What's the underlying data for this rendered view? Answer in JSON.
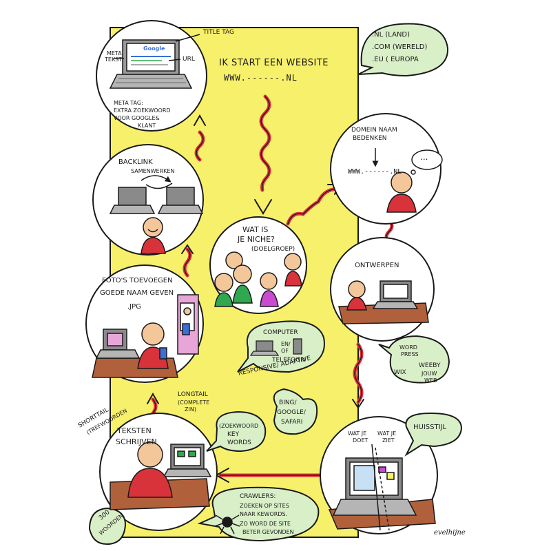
{
  "colors": {
    "background_panel": "#f7f06a",
    "bubble_fill": "#ffffff",
    "speech_fill": "#d9efc8",
    "arrow_red": "#e0303c",
    "ink": "#1a1a1a",
    "skin": "#f4c79a",
    "shirt_red": "#d8323a",
    "shirt_green": "#2fa84f",
    "shirt_purple": "#c84bd0",
    "desk": "#b0603a"
  },
  "center": {
    "headline": "IK START EEN WEBSITE",
    "url": "WWW.------.NL"
  },
  "domain_note": {
    "line1": ".NL (LAND)",
    "line2": ".COM (WERELD)",
    "line3": ".EU ( EUROPA"
  },
  "seo_bubble": {
    "title_tag": "TITLE TAG",
    "meta_tekst": [
      "META",
      "TEKST"
    ],
    "url_label": "URL",
    "google": "Google",
    "meta_tag": [
      "META TAG:",
      "EXTRA ZOEKWOORD",
      "VOOR GOOGLE&",
      "KLANT"
    ]
  },
  "backlink": {
    "title": "BACKLINK",
    "subtitle": "SAMENWERKEN"
  },
  "domain_bubble": {
    "title": [
      "DOMEIN NAAM",
      "BEDENKEN"
    ],
    "url": "WWW.------.NL",
    "thought": "..."
  },
  "niche": {
    "line1": "WAT IS",
    "line2": "JE NICHE?",
    "line3": "(DOELGROEP)"
  },
  "photos": {
    "line1": "FOTO'S TOEVOEGEN",
    "line2": "GOEDE NAAM GEVEN",
    "line3": ".JPG"
  },
  "ontwerpen": {
    "title": "ONTWERPEN"
  },
  "devices": {
    "computer": "COMPUTER",
    "en_of": [
      "EN/",
      "OF"
    ],
    "telefoon": "TELEFOON",
    "responsive": "RESPONSIVE/ ADAPTIVE"
  },
  "platforms": [
    "WORD",
    "PRESS",
    "WEEBY",
    "WIX",
    "JOUW",
    "WEB"
  ],
  "shorttail": [
    "SHORTTAIL",
    "(TREFWOORDEN"
  ],
  "longtail": [
    "LONGTAIL",
    "(COMPLETE",
    "ZIN)"
  ],
  "browsers": [
    "BING/",
    "GOOGLE/",
    "SAFARI"
  ],
  "keywords": [
    "(ZOEKWOORD",
    "KEY",
    "WORDS"
  ],
  "teksten": [
    "TEKSTEN",
    "SCHRIJVEN"
  ],
  "huisstijl": {
    "label": "HUISSTIJL",
    "wat_je_doet": [
      "WAT JE",
      "DOET"
    ],
    "wat_je_ziet": [
      "WAT JE",
      "ZIET"
    ]
  },
  "woorden": [
    "300",
    "WOORDEN"
  ],
  "crawlers": {
    "line1": "CRAWLERS:",
    "line2": "ZOEKEN OP SITES",
    "line3": "NAAR KEWORDS.",
    "line4": "ZO WORD DE SITE",
    "line5": "BETER GEVONDEN"
  },
  "signature": "evelhijne"
}
